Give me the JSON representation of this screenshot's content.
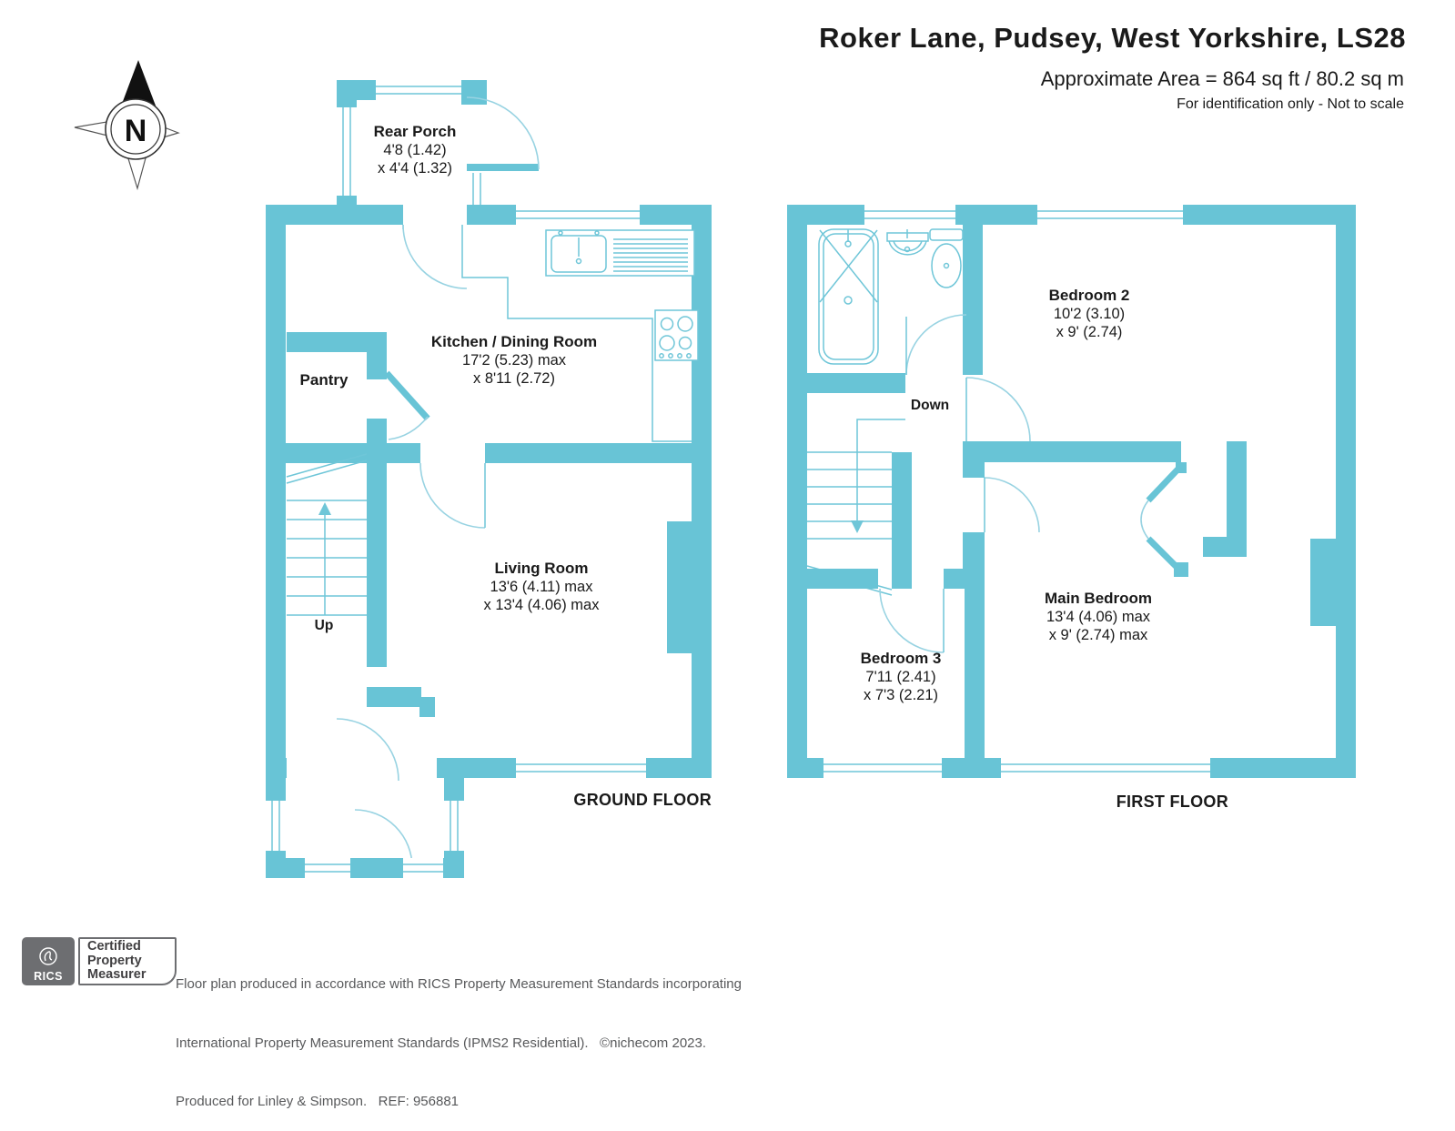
{
  "header": {
    "title": "Roker Lane, Pudsey, West Yorkshire, LS28",
    "area": "Approximate Area = 864 sq ft / 80.2 sq m",
    "note": "For identification only - Not to scale"
  },
  "compass": {
    "label": "N"
  },
  "ground_floor": {
    "caption": "GROUND FLOOR",
    "stairs_label": "Up",
    "rooms": {
      "rear_porch": {
        "name": "Rear Porch",
        "dim1": "4'8 (1.42)",
        "dim2": "x 4'4 (1.32)"
      },
      "kitchen": {
        "name": "Kitchen / Dining Room",
        "dim1": "17'2 (5.23) max",
        "dim2": "x 8'11 (2.72)"
      },
      "pantry": {
        "name": "Pantry"
      },
      "living": {
        "name": "Living Room",
        "dim1": "13'6 (4.11) max",
        "dim2": "x 13'4 (4.06) max"
      }
    }
  },
  "first_floor": {
    "caption": "FIRST FLOOR",
    "stairs_label": "Down",
    "rooms": {
      "bedroom2": {
        "name": "Bedroom 2",
        "dim1": "10'2 (3.10)",
        "dim2": "x 9' (2.74)"
      },
      "main_bedroom": {
        "name": "Main Bedroom",
        "dim1": "13'4 (4.06) max",
        "dim2": "x 9' (2.74) max"
      },
      "bedroom3": {
        "name": "Bedroom 3",
        "dim1": "7'11 (2.41)",
        "dim2": "x 7'3 (2.21)"
      }
    }
  },
  "footer": {
    "rics_logo_text": "RICS",
    "badge_lines": [
      "Certified",
      "Property",
      "Measurer"
    ],
    "disclaimer_line1": "Floor plan produced in accordance with RICS Property Measurement Standards incorporating",
    "disclaimer_line2": "International Property Measurement Standards (IPMS2 Residential).   ©nichecom 2023.",
    "disclaimer_line3": "Produced for Linley & Simpson.   REF: 956881"
  },
  "colors": {
    "wall": "#68c4d6",
    "line": "#6fc6d8",
    "arc": "#98d3e2",
    "text": "#1a1a1a",
    "footer_text": "#58595b"
  }
}
